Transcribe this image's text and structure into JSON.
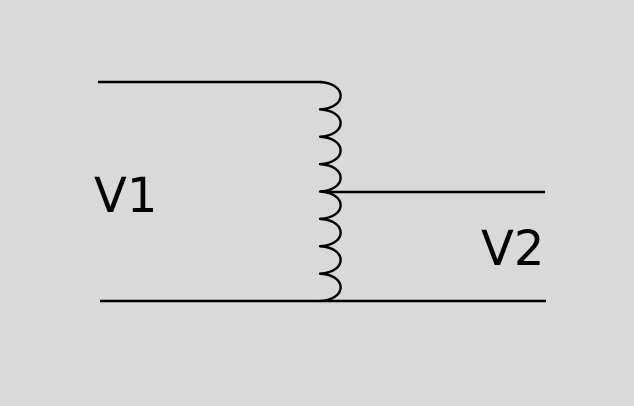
{
  "diagram": {
    "type": "autotransformer-circuit",
    "labels": {
      "input_voltage": "V1",
      "output_voltage": "V2"
    },
    "coil_turns": 8,
    "colors": {
      "background": "#d9d9d9",
      "stroke": "#000000",
      "text": "#000000"
    }
  }
}
